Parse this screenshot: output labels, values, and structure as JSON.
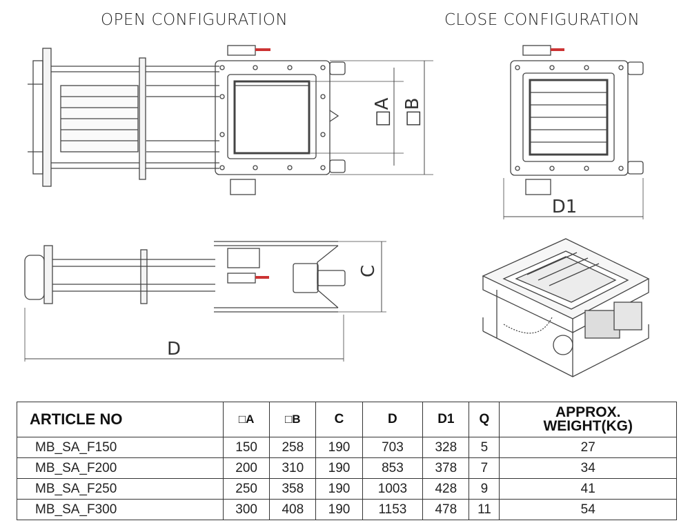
{
  "headings": {
    "open": "OPEN CONFIGURATION",
    "close": "CLOSE CONFIGURATION"
  },
  "dimension_labels": {
    "a": "□A",
    "b": "□B",
    "c": "C",
    "d": "D",
    "d1": "D1"
  },
  "table": {
    "headers": [
      "ARTICLE NO",
      "□A",
      "□B",
      "C",
      "D",
      "D1",
      "Q",
      "APPROX.",
      "WEIGHT(KG)"
    ],
    "rows": [
      [
        "MB_SA_F150",
        "150",
        "258",
        "190",
        "703",
        "328",
        "5",
        "27"
      ],
      [
        "MB_SA_F200",
        "200",
        "310",
        "190",
        "853",
        "378",
        "7",
        "34"
      ],
      [
        "MB_SA_F250",
        "250",
        "358",
        "190",
        "1003",
        "428",
        "9",
        "41"
      ],
      [
        "MB_SA_F300",
        "300",
        "408",
        "190",
        "1153",
        "478",
        "11",
        "54"
      ]
    ]
  }
}
